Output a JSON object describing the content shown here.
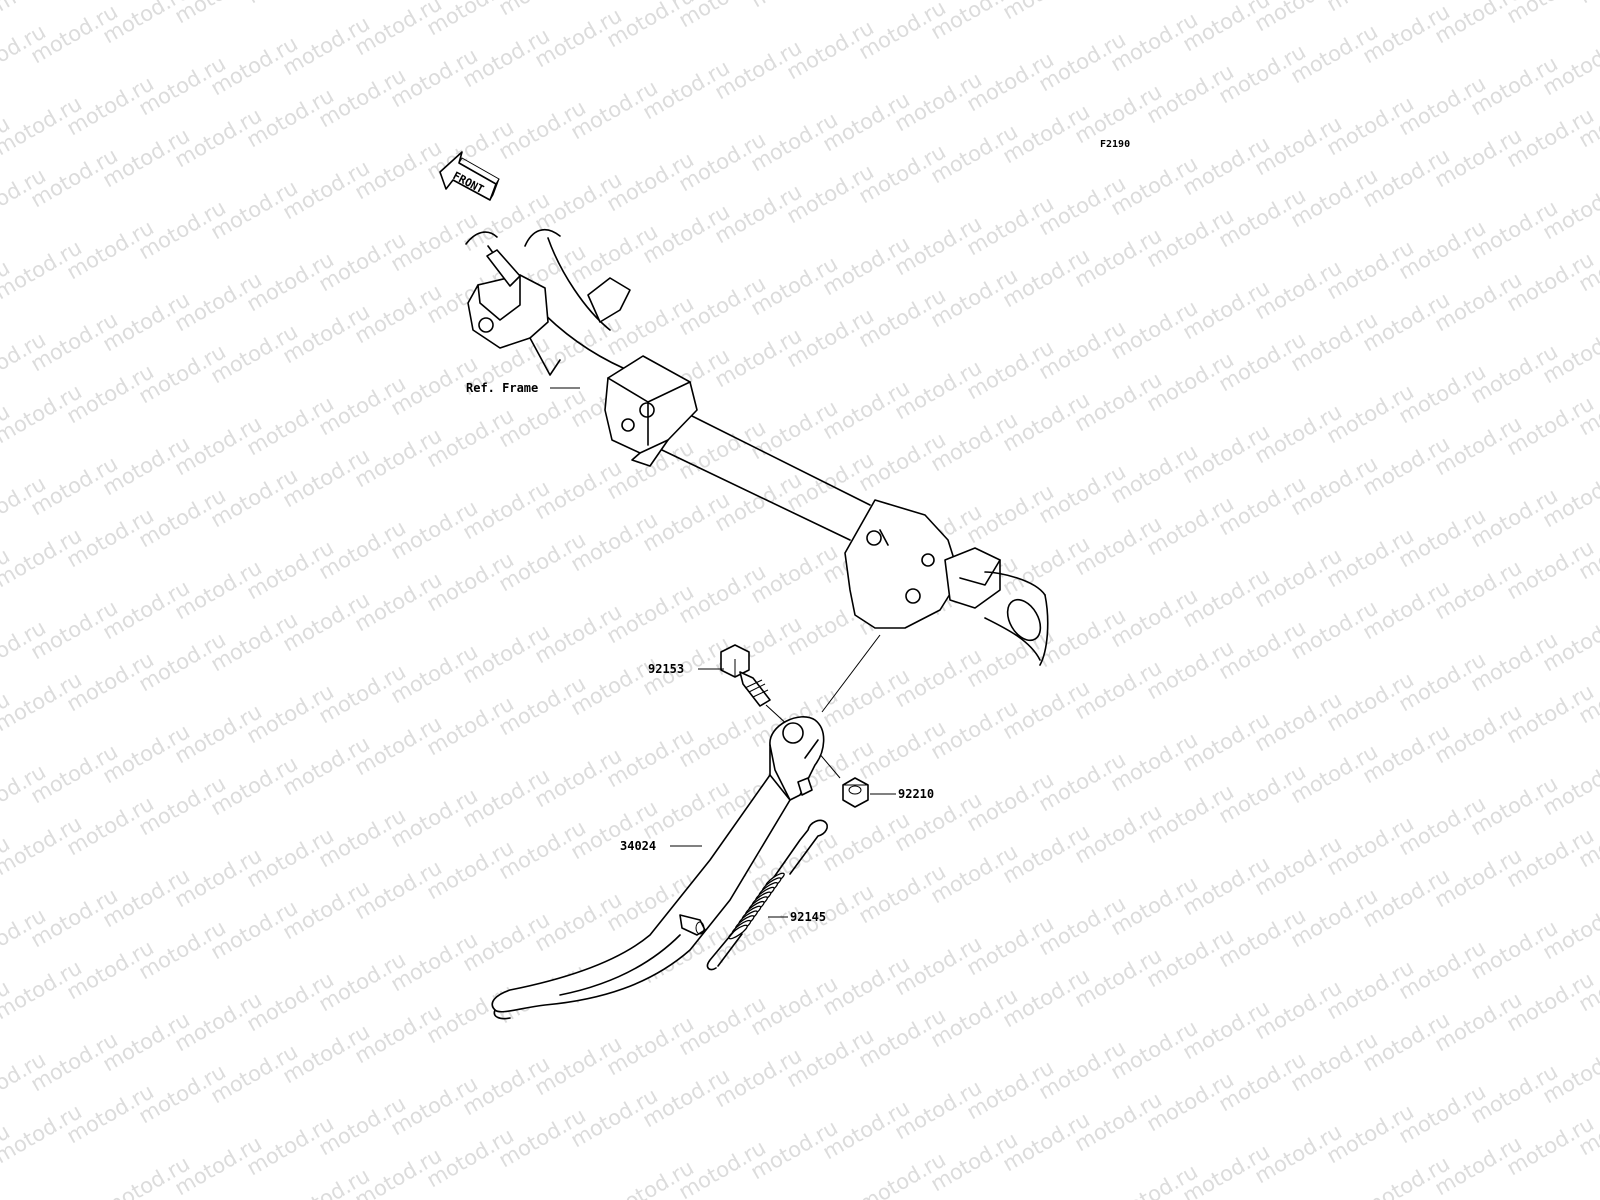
{
  "diagram_code": "F2190",
  "front_arrow": "FRONT",
  "watermark": "motod.ru",
  "labels": {
    "ref_frame": "Ref. Frame",
    "part_92153": "92153",
    "part_92210": "92210",
    "part_34024": "34024",
    "part_92145": "92145"
  }
}
